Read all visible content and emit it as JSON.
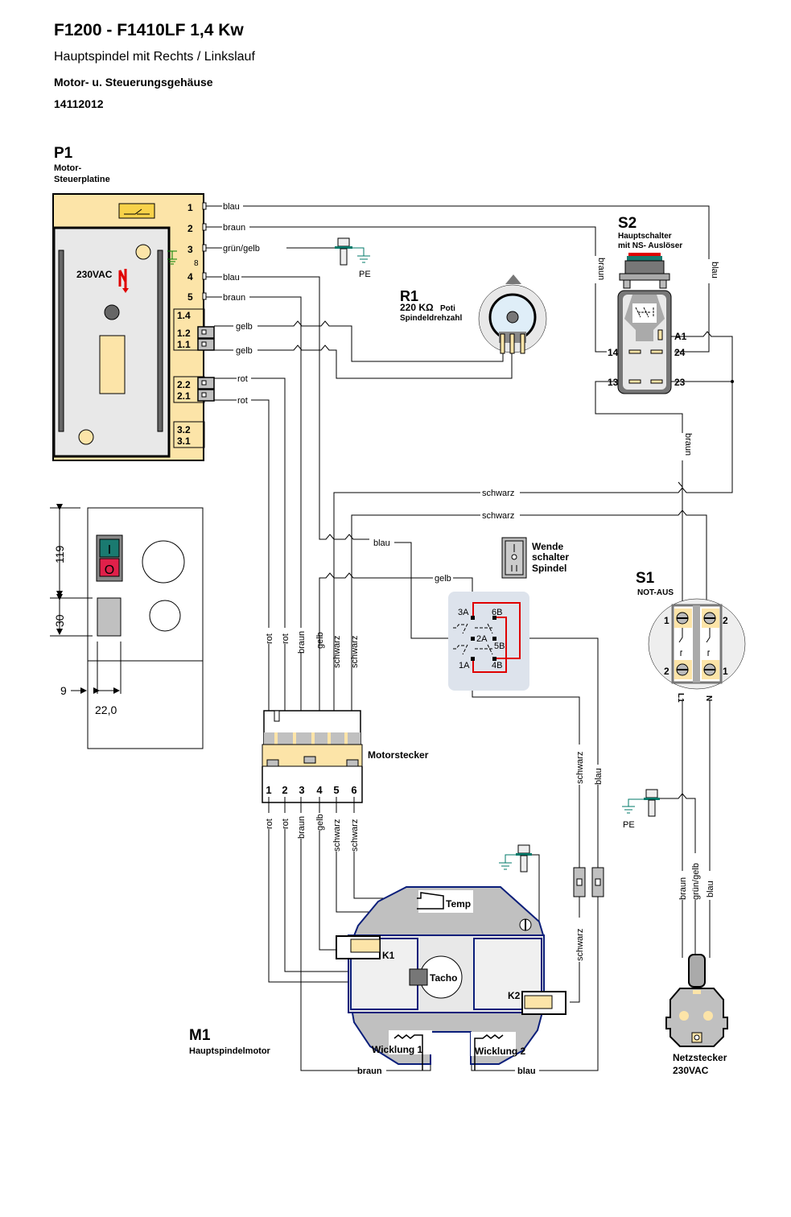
{
  "header": {
    "title": "F1200 - F1410LF  1,4 Kw",
    "subtitle": "Hauptspindel mit Rechts / Linkslauf",
    "section": "Motor- u. Steuerungsgehäuse",
    "date_code": "14112012"
  },
  "components": {
    "p1": {
      "id": "P1",
      "name_line1": "Motor-",
      "name_line2": "Steuerplatine",
      "voltage": "230VAC",
      "terminals": [
        "1",
        "2",
        "3",
        "4",
        "5"
      ],
      "connectors": [
        "1.4",
        "1.2",
        "1.1",
        "2.2",
        "2.1",
        "3.2",
        "3.1"
      ]
    },
    "r1": {
      "id": "R1",
      "value": "220 KΩ",
      "type": "Poti",
      "desc": "Spindeldrehzahl"
    },
    "s2": {
      "id": "S2",
      "name_line1": "Hauptschalter",
      "name_line2": "mit NS- Auslöser",
      "terminals": {
        "a1": "A1",
        "t14": "14",
        "t24": "24",
        "t13": "13",
        "t23": "23"
      }
    },
    "s1": {
      "id": "S1",
      "name": "NOT-AUS",
      "terminals": [
        "1",
        "2",
        "2",
        "1"
      ],
      "l1": "L1",
      "n": "N"
    },
    "wende": {
      "line1": "Wende",
      "line2": "schalter",
      "line3": "Spindel",
      "contacts": [
        "3A",
        "6B",
        "2A",
        "5B",
        "1A",
        "4B"
      ]
    },
    "motorstecker": {
      "name": "Motorstecker",
      "pins": [
        "1",
        "2",
        "3",
        "4",
        "5",
        "6"
      ]
    },
    "m1": {
      "id": "M1",
      "name": "Hauptspindelmotor",
      "temp": "Temp",
      "k1": "K1",
      "k2": "K2",
      "tacho": "Tacho",
      "winding1": "Wicklung 1",
      "winding2": "Wicklung 2"
    },
    "netzstecker": {
      "name": "Netzstecker",
      "voltage": "230VAC"
    },
    "pe": "PE"
  },
  "wires": {
    "blau": "blau",
    "braun": "braun",
    "gruengelb": "grün/gelb",
    "gelb": "gelb",
    "rot": "rot",
    "schwarz": "schwarz"
  },
  "panel": {
    "on_symbol": "I",
    "off_symbol": "O",
    "dim_height_top": "119",
    "dim_height_bottom": "30",
    "dim_offset": "9",
    "dim_width": "22,0"
  },
  "colors": {
    "board": "#fce4a8",
    "gray": "#c0c0c0",
    "dark_blue": "#0a1e7a",
    "red": "#e00000",
    "teal": "#007a6a",
    "green_btn": "#1a7a70",
    "red_btn": "#e0204a",
    "ground": "#008000"
  }
}
